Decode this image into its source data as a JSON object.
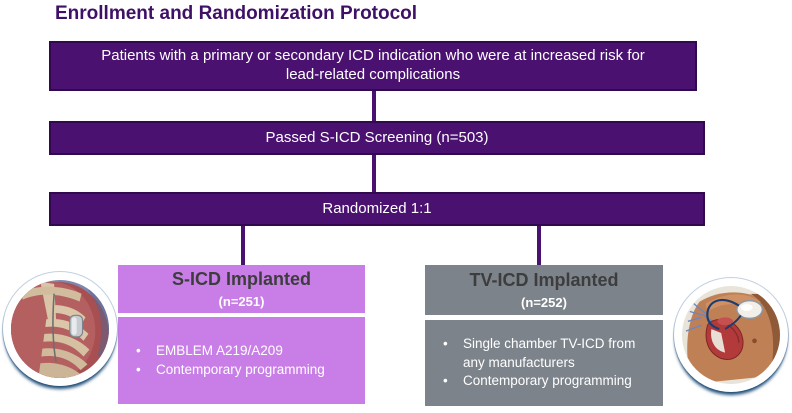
{
  "title": "Enrollment and Randomization Protocol",
  "flow": {
    "box1": "Patients with a primary or secondary ICD indication who were at increased risk for lead-related complications",
    "box2": "Passed S-ICD Screening (n=503)",
    "box3": "Randomized 1:1"
  },
  "branches": {
    "left": {
      "title": "S-ICD Implanted",
      "n": "(n=251)",
      "bullets": [
        "EMBLEM A219/A209",
        "Contemporary programming"
      ],
      "image": "s-icd-chest-illustration"
    },
    "right": {
      "title": "TV-ICD Implanted",
      "n": "(n=252)",
      "bullets": [
        "Single chamber TV-ICD from any manufacturers",
        "Contemporary programming"
      ],
      "image": "tv-icd-chest-illustration"
    }
  },
  "colors": {
    "dark_purple": "#4a1170",
    "dark_purple_border": "#30094e",
    "light_purple": "#c87ee6",
    "gray": "#7c838b",
    "title_text": "#3e1166",
    "branch_title_text": "#3d3d3d",
    "ring_blue": "#1f4e79"
  },
  "bullet_glyph": "•"
}
